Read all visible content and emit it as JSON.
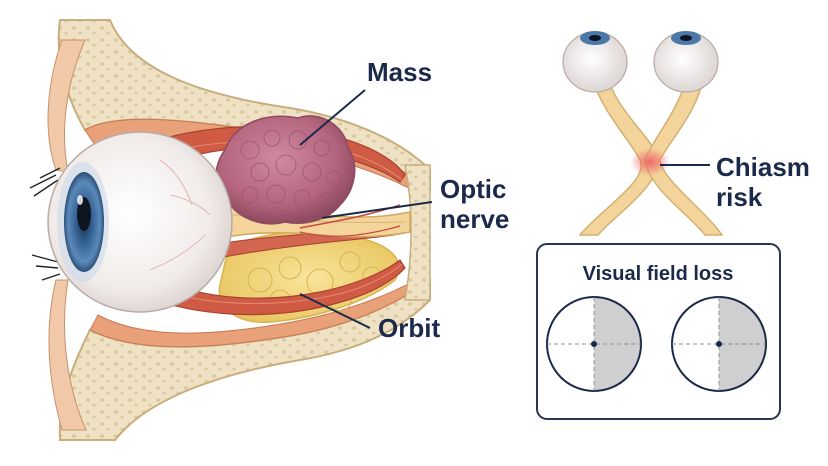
{
  "labels": {
    "mass": "Mass",
    "optic_line1": "Optic",
    "optic_line2": "nerve",
    "orbit": "Orbit",
    "chiasm_line1": "Chiasm",
    "chiasm_line2": "risk"
  },
  "visual_field": {
    "title": "Visual field loss",
    "fields": [
      {
        "name": "left-eye-field",
        "shaded_half": "right"
      },
      {
        "name": "right-eye-field",
        "shaded_half": "right"
      }
    ]
  },
  "colors": {
    "label_text": "#1b2a4a",
    "bone": "#efe2c4",
    "muscle": "#c9523e",
    "fat": "#f2d77a",
    "mass": "#b8677e",
    "nerve": "#f3d49b",
    "iris": "#4a78a8",
    "chiasm_highlight": "#f07a7a",
    "field_shade": "#cfcfcf",
    "box_border": "#2a3550"
  }
}
